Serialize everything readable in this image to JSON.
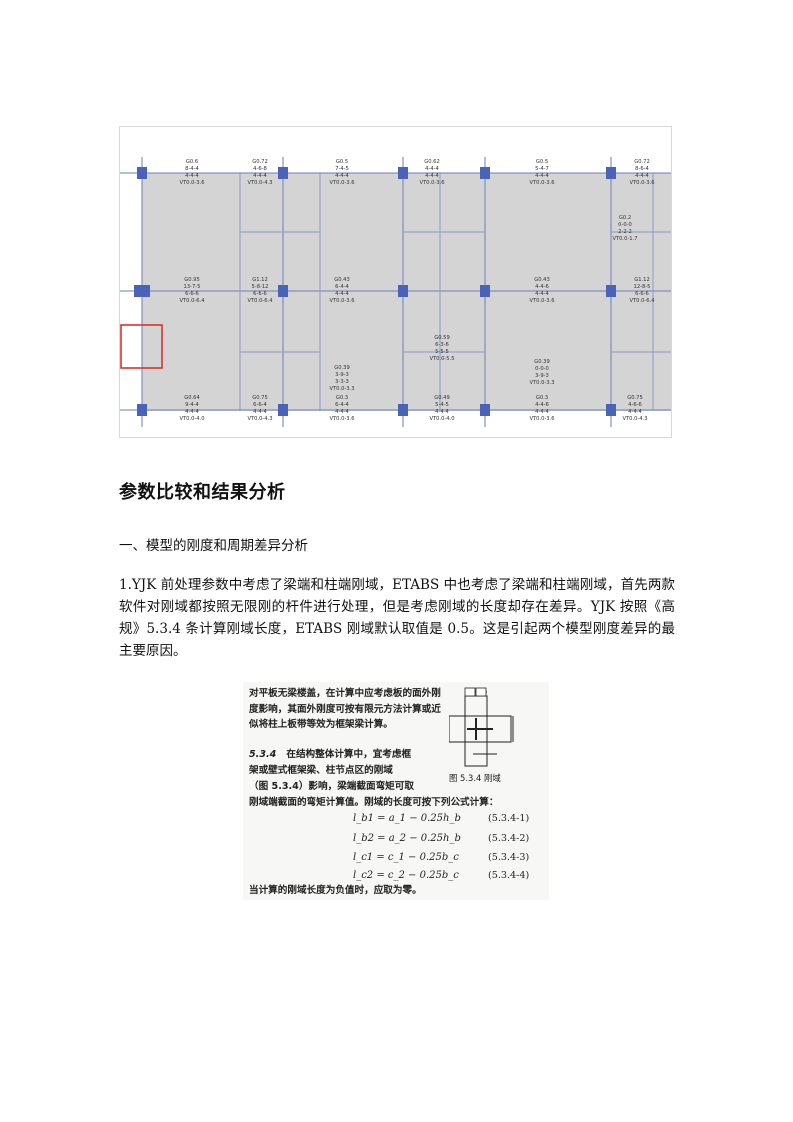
{
  "plan": {
    "beam_labels": [
      [
        "G0.6",
        "8-4-4",
        "4-4-4",
        "VT0.0-3.6"
      ],
      [
        "G0.72",
        "4-6-8",
        "4-4-4",
        "VT0.0-4.3"
      ],
      [
        "G0.5",
        "7-4-5",
        "4-4-4",
        "VT0.0-3.6"
      ],
      [
        "G0.62",
        "4-4-4",
        "4-4-4",
        "VT0.0-3.6"
      ],
      [
        "G0.5",
        "5-4-7",
        "4-4-4",
        "VT0.0-3.6"
      ],
      [
        "G0.72",
        "8-6-4",
        "4-4-4",
        "VT0.0-3.6"
      ],
      [
        "G0.95",
        "13-7-5",
        "6-6-6",
        "VT0.0-6.4"
      ],
      [
        "G1.12",
        "5-8-12",
        "6-6-6",
        "VT0.0-6.4"
      ],
      [
        "G0.43",
        "6-4-4",
        "4-4-4",
        "VT0.0-3.6"
      ],
      [
        "G0.43",
        "4-4-6",
        "4-4-4",
        "VT0.0-3.6"
      ],
      [
        "G1.12",
        "12-8-5",
        "6-6-6",
        "VT0.0-6.4"
      ],
      [
        "G0.2",
        "0-0-0",
        "2-2-2",
        "VT0.0-1.7"
      ],
      [
        "G0.59",
        "6-3-6",
        "5-5-5",
        "VT0.0-5.5"
      ],
      [
        "G0.39",
        "3-9-3",
        "3-3-3",
        "VT0.0-3.3"
      ],
      [
        "G0.39",
        "0-0-0",
        "3-9-3",
        "VT0.0-3.3"
      ],
      [
        "G0.64",
        "9-4-4",
        "4-4-4",
        "VT0.0-4.0"
      ],
      [
        "G0.75",
        "6-6-4",
        "4-4-4",
        "VT0.0-4.3"
      ],
      [
        "G0.3",
        "6-4-4",
        "4-4-4",
        "VT0.0-3.6"
      ],
      [
        "G0.49",
        "5-4-5",
        "4-4-4",
        "VT0.0-4.0"
      ],
      [
        "G0.3",
        "4-4-6",
        "4-4-4",
        "VT0.0-3.6"
      ],
      [
        "G0.75",
        "4-6-6",
        "4-4-4",
        "VT0.0-4.3"
      ]
    ]
  },
  "heading": "参数比较和结果分析",
  "section_title": "一、模型的刚度和周期差异分析",
  "paragraph": "1.YJK 前处理参数中考虑了梁端和柱端刚域，ETABS 中也考虑了梁端和柱端刚域，首先两款软件对刚域都按照无限刚的杆件进行处理，但是考虑刚域的长度却存在差异。YJK 按照《高规》5.3.4 条计算刚域长度，ETABS 刚域默认取值是 0.5。这是引起两个模型刚度差异的最主要原因。",
  "code_excerpt": {
    "intro": "对平板无梁楼盖，在计算中应考虑板的面外刚度影响，其面外刚度可按有限元方法计算或近似将柱上板带等效为框架梁计算。",
    "clause_number": "5.3.4",
    "clause_text_1": "在结构整体计算中，宜考虑框",
    "clause_text_2": "架或壁式框架梁、柱节点区的刚域",
    "clause_text_3": "（图 5.3.4）影响，梁端截面弯矩可取",
    "clause_text_4": "刚域端截面的弯矩计算值。刚域的长度可按下列公式计算：",
    "figure_caption": "图 5.3.4   刚域",
    "formulas": [
      {
        "expr": "l_b1 = a_1 − 0.25h_b",
        "num": "(5.3.4-1)"
      },
      {
        "expr": "l_b2 = a_2 − 0.25h_b",
        "num": "(5.3.4-2)"
      },
      {
        "expr": "l_c1 = c_1 − 0.25b_c",
        "num": "(5.3.4-3)"
      },
      {
        "expr": "l_c2 = c_2 − 0.25b_c",
        "num": "(5.3.4-4)"
      }
    ],
    "closing": "当计算的刚域长度为负值时，应取为零。"
  }
}
